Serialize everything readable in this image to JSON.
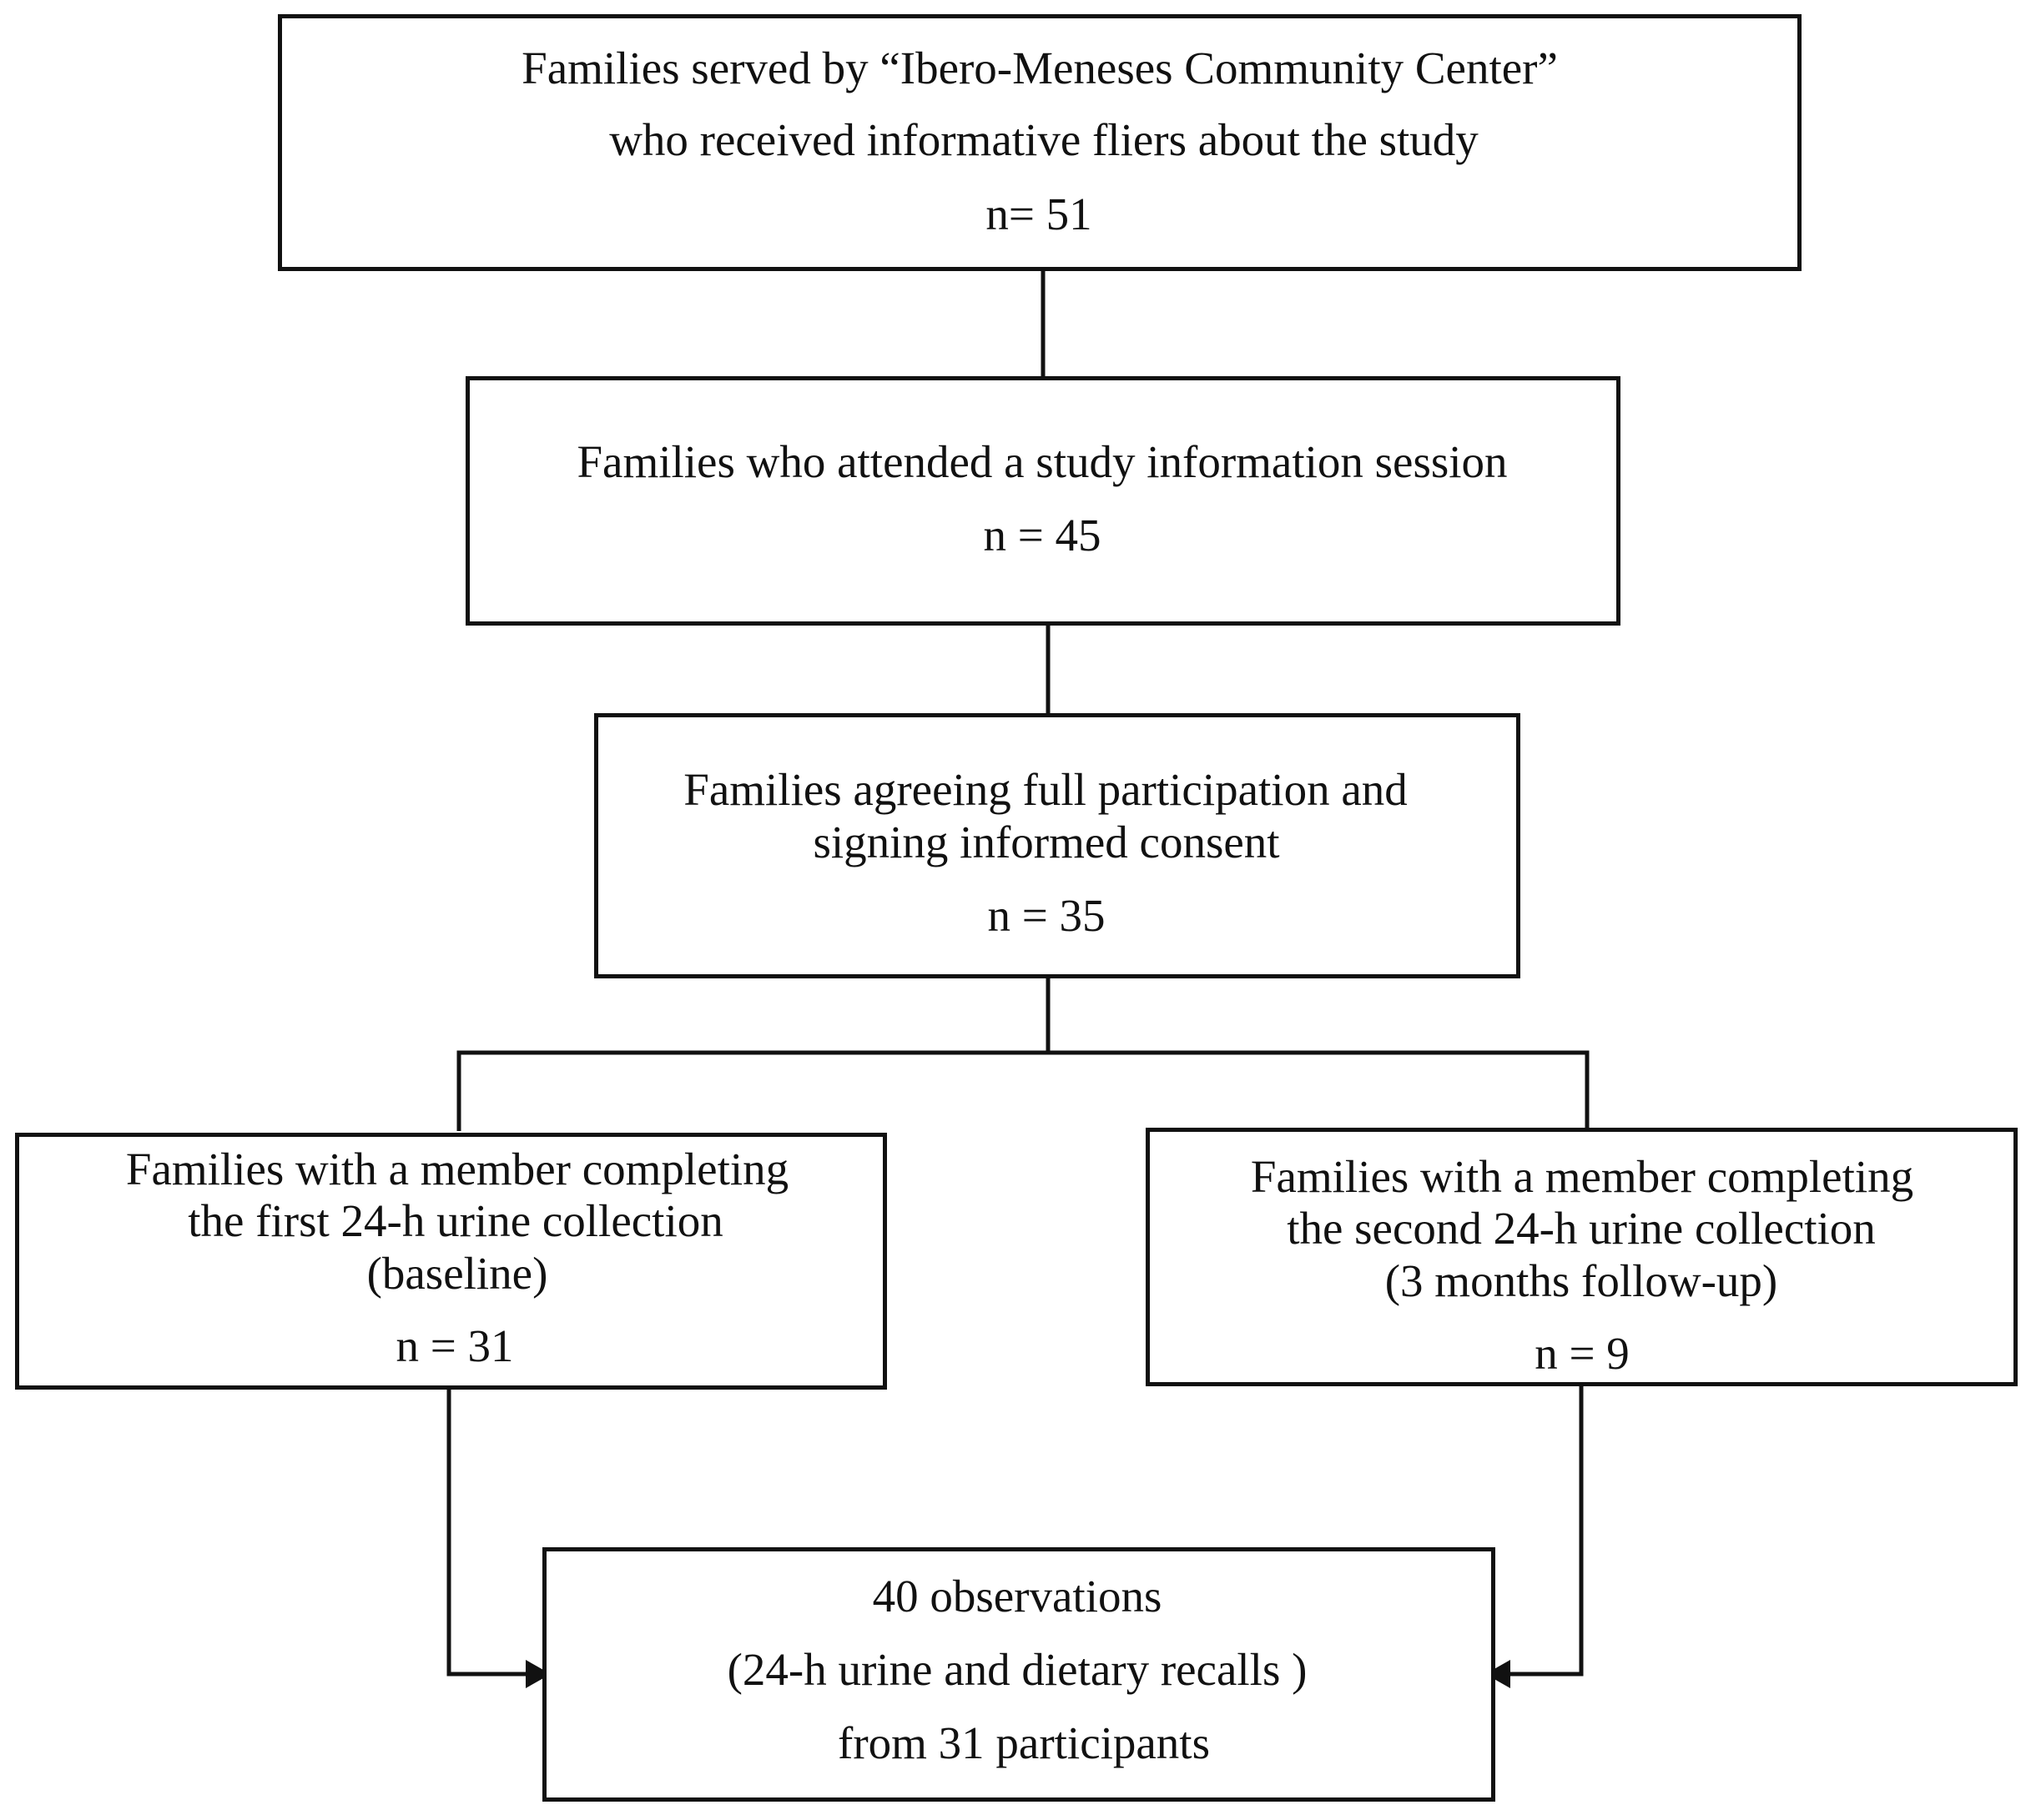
{
  "flowchart": {
    "recruited": {
      "lines": [
        "Families served by “Ibero-Meneses Community Center”",
        "who received informative fliers about the study",
        "n= 51"
      ]
    },
    "attended": {
      "lines": [
        "Families who attended a study information session",
        "n = 45"
      ]
    },
    "consented": {
      "lines": [
        "Families agreeing full participation and",
        "signing  informed consent",
        "n = 35"
      ]
    },
    "baseline": {
      "lines": [
        "Families  with a member completing",
        "the first 24-h urine  collection",
        "(baseline)",
        "n = 31"
      ]
    },
    "followup": {
      "lines": [
        "Families with a member completing",
        "the second  24-h urine  collection",
        "(3 months follow-up)",
        "n = 9"
      ]
    },
    "observations": {
      "lines": [
        "40 observations",
        "(24-h urine and dietary recalls )",
        "from 31 participants"
      ]
    }
  }
}
